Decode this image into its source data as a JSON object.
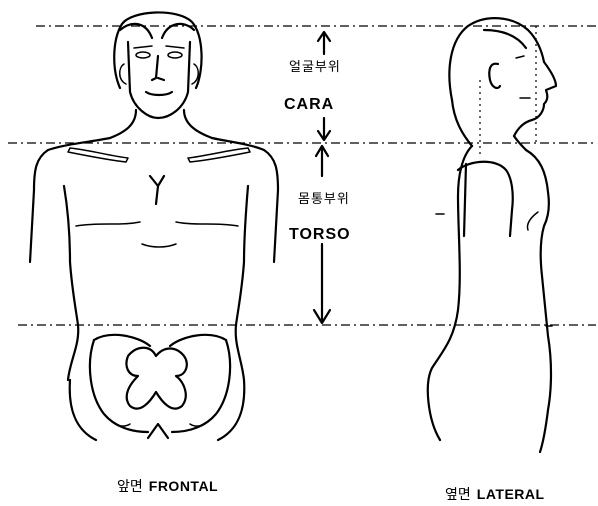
{
  "regions": {
    "head": {
      "label_ko": "얼굴부위",
      "label_en": "CARA"
    },
    "torso": {
      "label_ko": "몸통부위",
      "label_en": "TORSO"
    }
  },
  "views": {
    "frontal": {
      "label_ko": "앞면",
      "label_en": "FRONTAL"
    },
    "lateral": {
      "label_ko": "옆면",
      "label_en": "LATERAL"
    }
  },
  "colors": {
    "line": "#000000",
    "background": "#ffffff"
  }
}
